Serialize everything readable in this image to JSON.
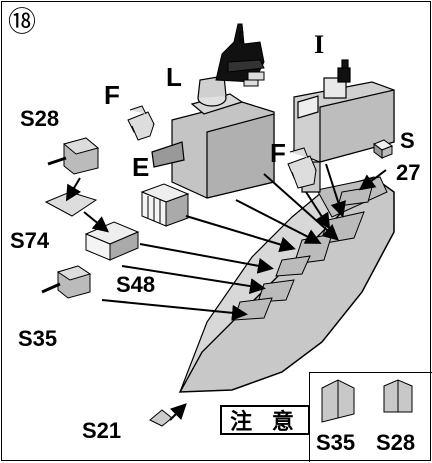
{
  "step_number": "⑱",
  "labels": {
    "L": "L",
    "I": "I",
    "F_left": "F",
    "F_right": "F",
    "E": "E",
    "S": "S",
    "27": "27",
    "S28": "S28",
    "S74": "S74",
    "S48": "S48",
    "S35": "S35",
    "S21": "S21"
  },
  "caution": {
    "title": "注 意",
    "part_a": "S35",
    "part_b": "S28"
  },
  "colors": {
    "hull": "#c8c8c8",
    "deck": "#d4d4d4",
    "outline": "#000000",
    "mast_dark": "#111111"
  }
}
